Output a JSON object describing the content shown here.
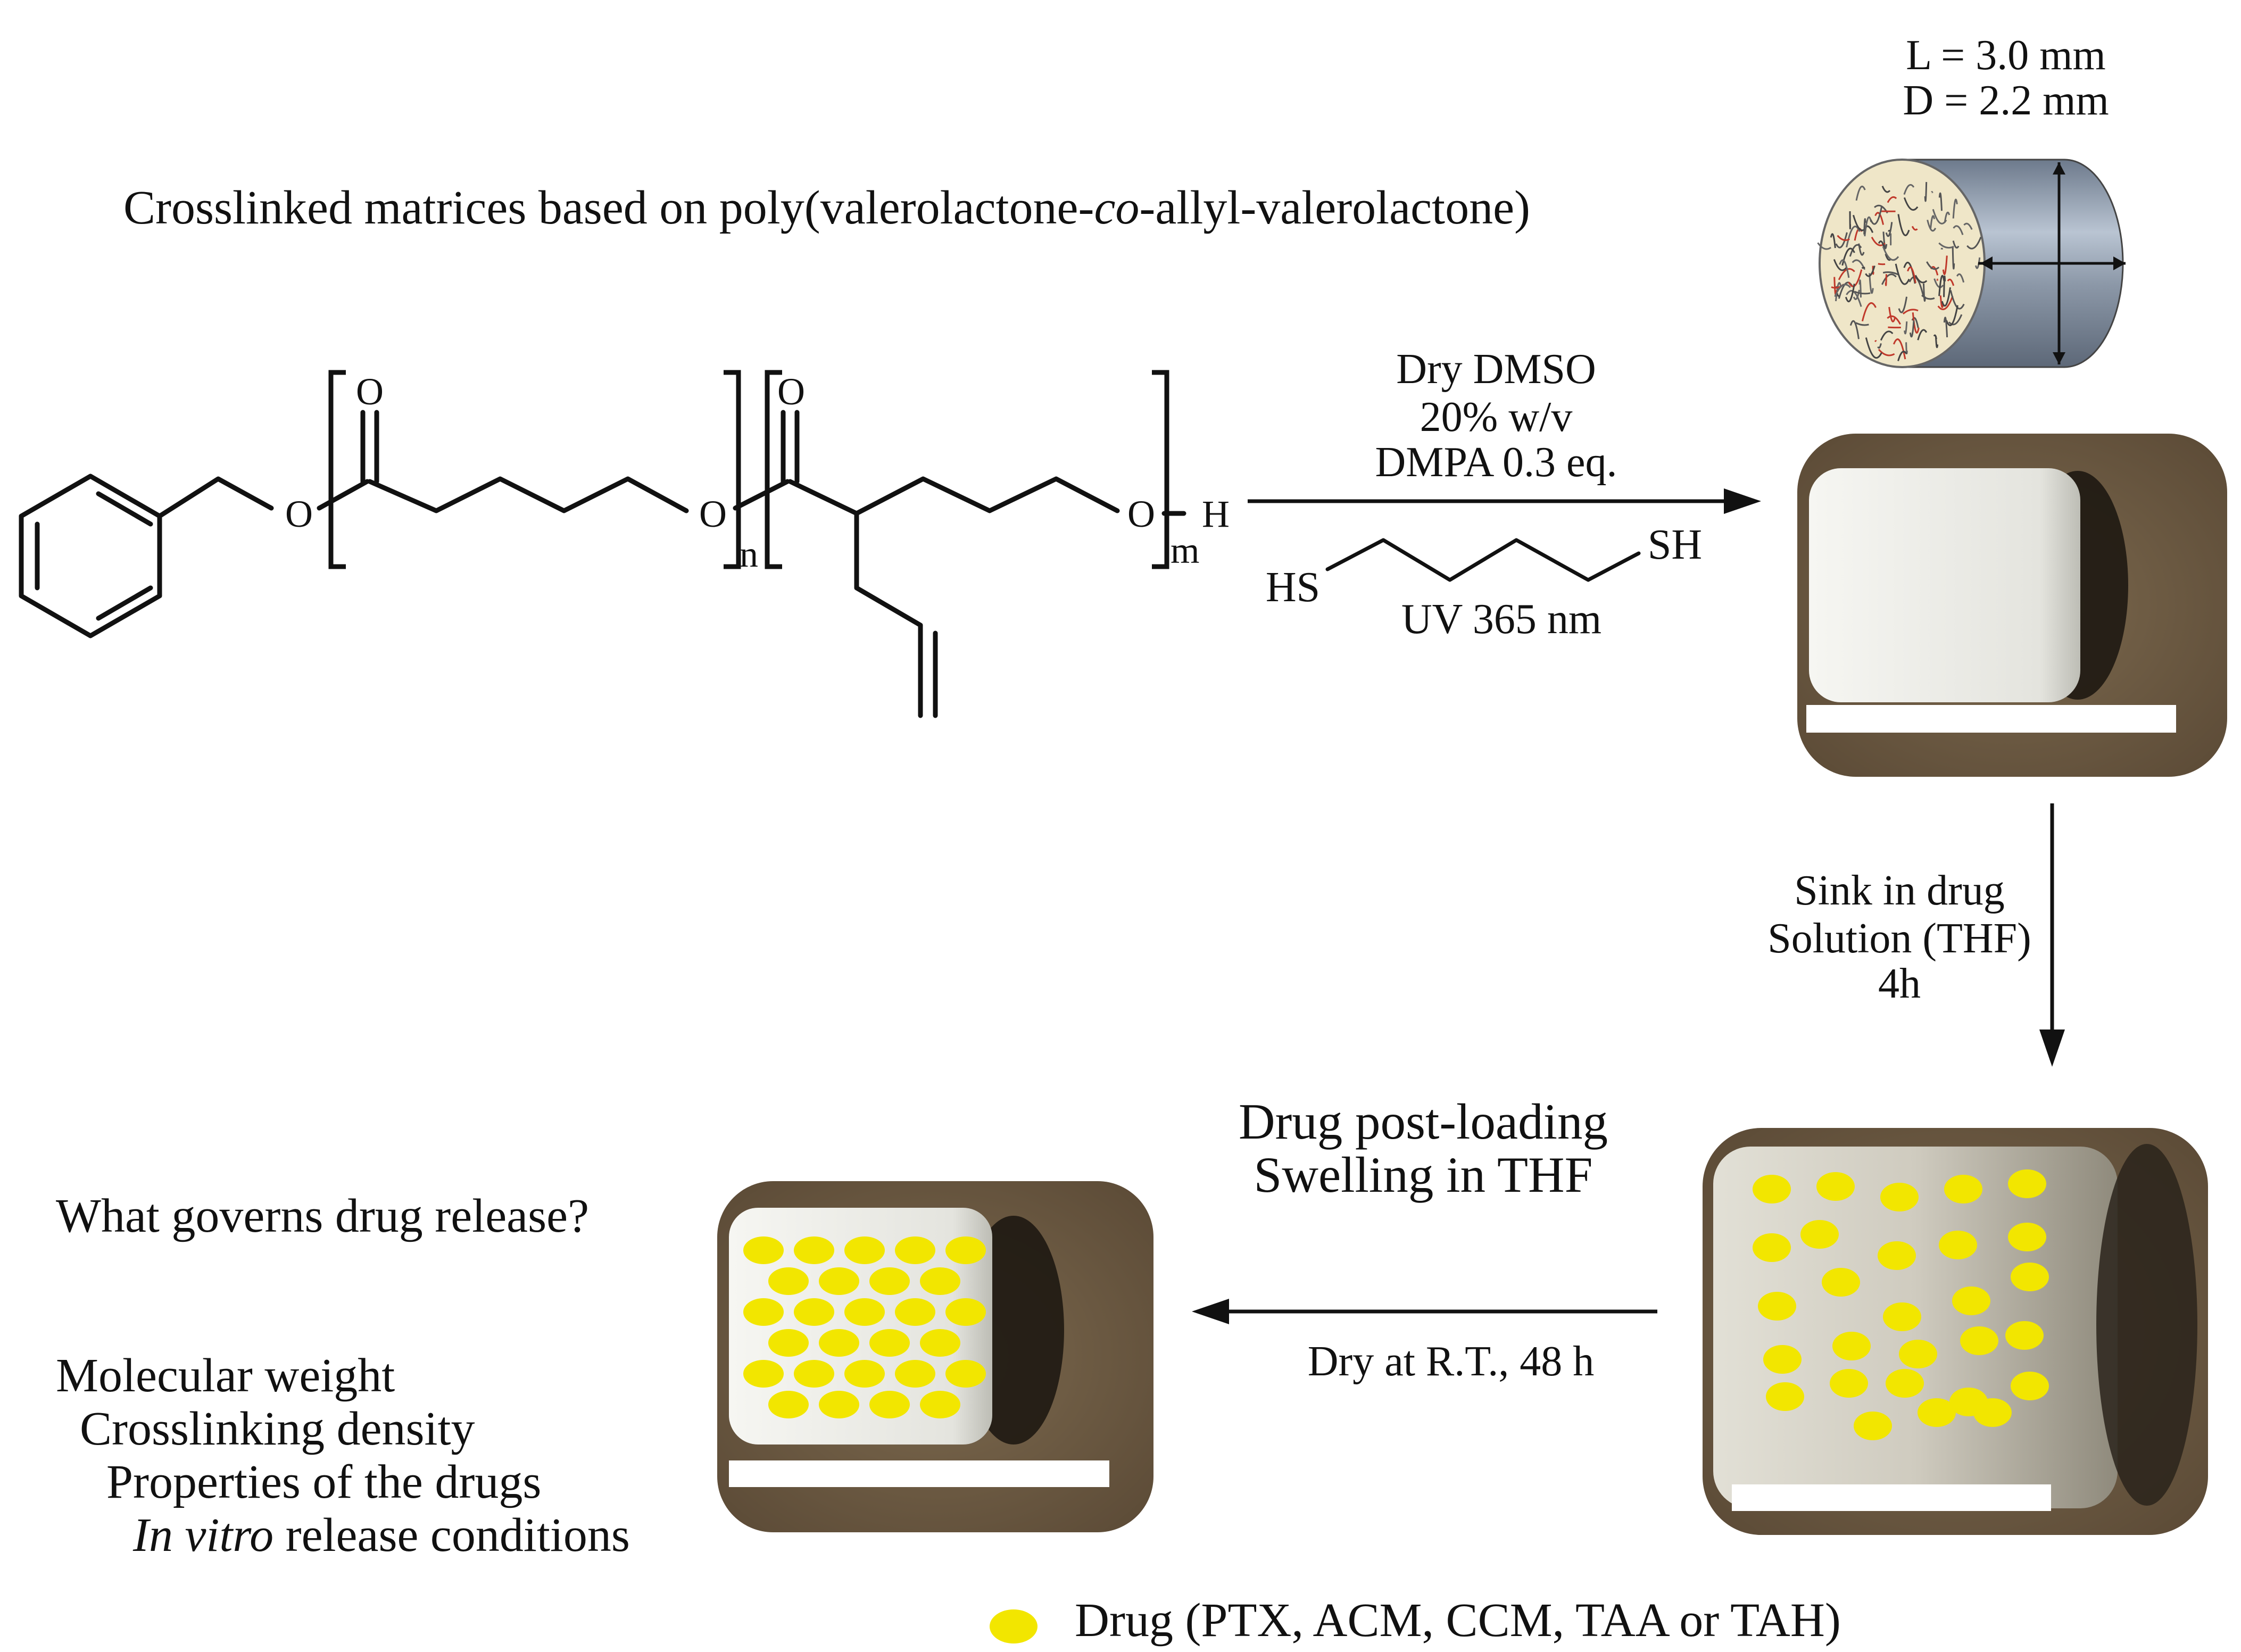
{
  "title": {
    "prefix": "Crosslinked matrices based on poly(valerolactone-",
    "italic": "co",
    "suffix": "-allyl-valerolactone)"
  },
  "dimensions": {
    "length": "L = 3.0 mm",
    "diameter": "D = 2.2 mm"
  },
  "structure": {
    "oxygen_label": "O",
    "carbonyl_oxygen_1": "O",
    "carbonyl_oxygen_2": "O",
    "oxygen_2": "O",
    "oxygen_3": "O",
    "subscript_n": "n",
    "subscript_m": "m",
    "terminal_h": "H"
  },
  "step_crosslink": {
    "conditions": [
      "Dry DMSO",
      "20% w/v",
      "DMPA 0.3 eq."
    ],
    "thiol_left": "HS",
    "thiol_right": "SH",
    "uv": "UV 365 nm"
  },
  "step_sink": {
    "lines": [
      "Sink in drug",
      "Solution (THF)",
      "4h"
    ]
  },
  "step_loading": {
    "lines": [
      "Drug post-loading",
      "Swelling in THF"
    ]
  },
  "step_dry": {
    "label": "Dry at R.T., 48 h"
  },
  "question": {
    "title": "What governs drug release?",
    "factors": [
      "Molecular weight",
      "Crosslinking density",
      "Properties of the drugs"
    ],
    "last_factor_italic": "In vitro",
    "last_factor_rest": " release conditions"
  },
  "legend": {
    "label": "Drug (PTX, ACM, CCM, TAA or TAH)",
    "color": "#f2e600"
  },
  "colors": {
    "drug": "#f2e600",
    "photo_bg": "#6e5b42",
    "matrix_white": "#eeeeea",
    "cylinder_gray": "#7d8a9c",
    "scale_bar": "#ffffff"
  }
}
